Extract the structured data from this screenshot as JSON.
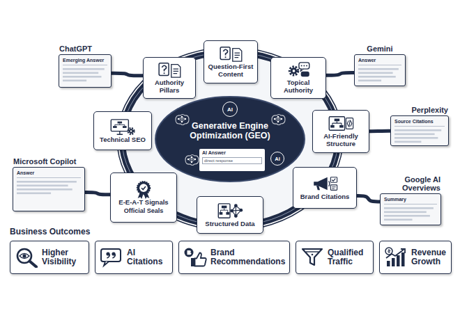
{
  "diagram": {
    "nodes": [
      {
        "text": [
          "ChatGPT",
          "Emerging Answer"
        ]
      },
      {
        "text": [
          "Question-First Content"
        ]
      },
      {
        "text": [
          "Gemini",
          "Answer"
        ]
      },
      {
        "text": [
          "Authority Pillars"
        ]
      },
      {
        "text": [
          "Topical Authority"
        ]
      },
      {
        "text": [
          "Perplexity",
          "Source Citations"
        ]
      },
      {
        "text": [
          "Technical SEO"
        ]
      },
      {
        "text": [
          "AI",
          "Generative Engine Optimization (GEO)",
          "AI"
        ]
      },
      {
        "text": [
          "AI Answer",
          "direct response"
        ],
        "in": 7
      },
      {
        "text": [
          "AI-Friendly Structure"
        ]
      },
      {
        "text": [
          "Microsoft Copilot",
          "Answer"
        ]
      },
      {
        "text": [
          "E-E-A-T Signals",
          "Official Seals"
        ]
      },
      {
        "text": [
          "Brand Citations"
        ]
      },
      {
        "text": [
          "Google AI Overviews",
          "Summary"
        ]
      },
      {
        "text": [
          "Structured Data"
        ]
      },
      {
        "text": [
          "Higher Visibility"
        ]
      },
      {
        "text": [
          "AI Citations"
        ]
      },
      {
        "text": [
          "Brand Recommendations"
        ]
      },
      {
        "text": [
          "Qualified Traffic"
        ]
      },
      {
        "text": [
          "Revenue Growth"
        ]
      }
    ],
    "edges": [
      {
        "from": 0,
        "to": 3,
        "arrow": "none"
      },
      {
        "from": 2,
        "to": 4,
        "arrow": "none"
      },
      {
        "from": 5,
        "to": 9,
        "arrow": "none"
      },
      {
        "from": 10,
        "to": 11,
        "arrow": "none"
      },
      {
        "from": 13,
        "to": 12,
        "arrow": "none"
      }
    ],
    "labels": [
      "Business Outcomes"
    ]
  }
}
